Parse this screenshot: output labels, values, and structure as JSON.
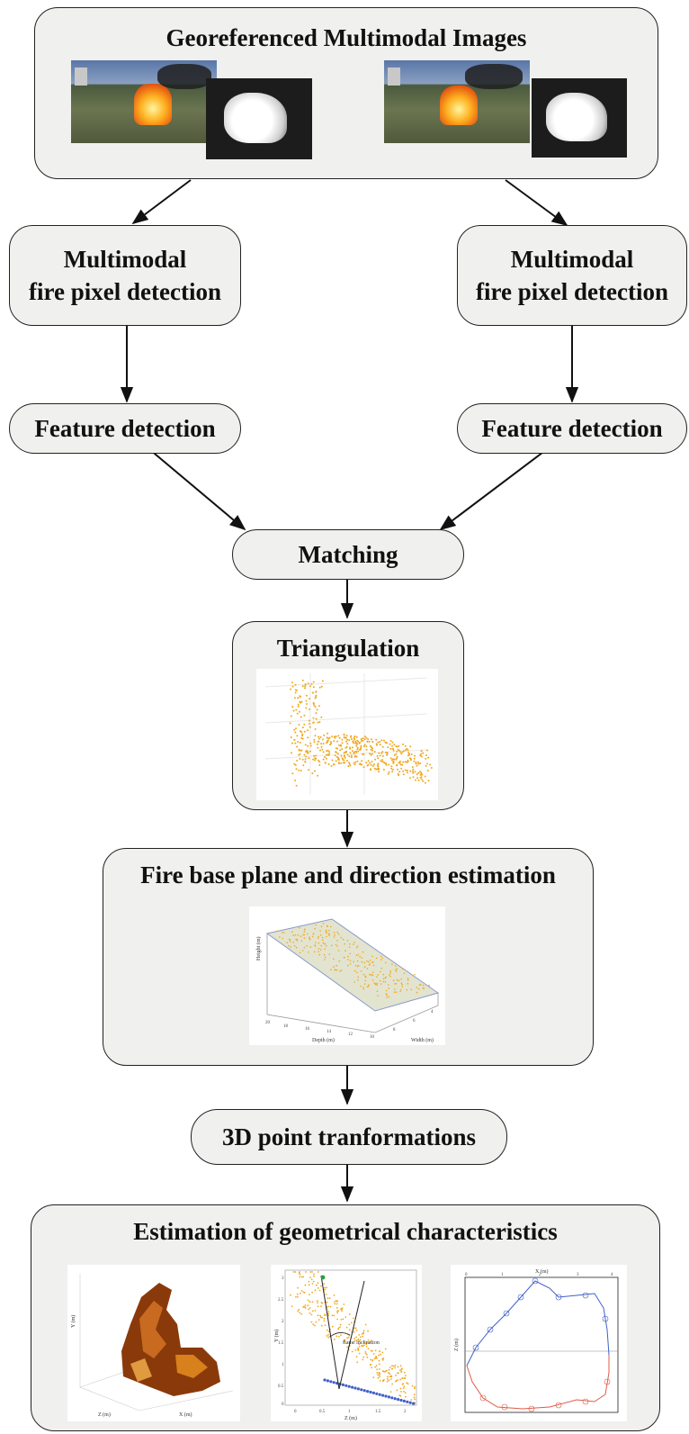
{
  "title": "Georeferenced Multimodal Images",
  "left_branch": {
    "detection_l1": "Multimodal",
    "detection_l2": "fire pixel detection",
    "feature": "Feature detection"
  },
  "right_branch": {
    "detection_l1": "Multimodal",
    "detection_l2": "fire pixel detection",
    "feature": "Feature detection"
  },
  "matching": "Matching",
  "triangulation": "Triangulation",
  "plane": {
    "title": "Fire base plane and direction estimation",
    "axes": {
      "z": "Height (m)",
      "x": "Depth (m)",
      "y": "Width (m)"
    },
    "ticks_depth": [
      "20",
      "18",
      "16",
      "14",
      "12",
      "10"
    ],
    "ticks_width": [
      "8",
      "6",
      "4"
    ]
  },
  "transform": "3D point tranformations",
  "geometry": {
    "title": "Estimation of geometrical characteristics",
    "surface_axes": {
      "z": "Y (m)",
      "x": "Z (m)",
      "y": "X (m)"
    },
    "inclination": {
      "annotation": "flame inclination",
      "xlabel": "Z (m)",
      "ylabel": "Y (m)",
      "xticks": [
        "0",
        "0.5",
        "1",
        "1.5",
        "2"
      ],
      "yticks": [
        "3",
        "2.5",
        "2",
        "1.5",
        "1",
        "0.5",
        "0"
      ]
    },
    "contour": {
      "xlabel": "X (m)",
      "ylabel": "Z (m)",
      "xticks": [
        "0",
        "1",
        "2",
        "3",
        "4"
      ]
    }
  },
  "colors": {
    "box_fill": "#f0f0ee",
    "points": "#f0a820",
    "plane": "#e2e4d0",
    "blue": "#4060c8",
    "red": "#e05a48"
  }
}
